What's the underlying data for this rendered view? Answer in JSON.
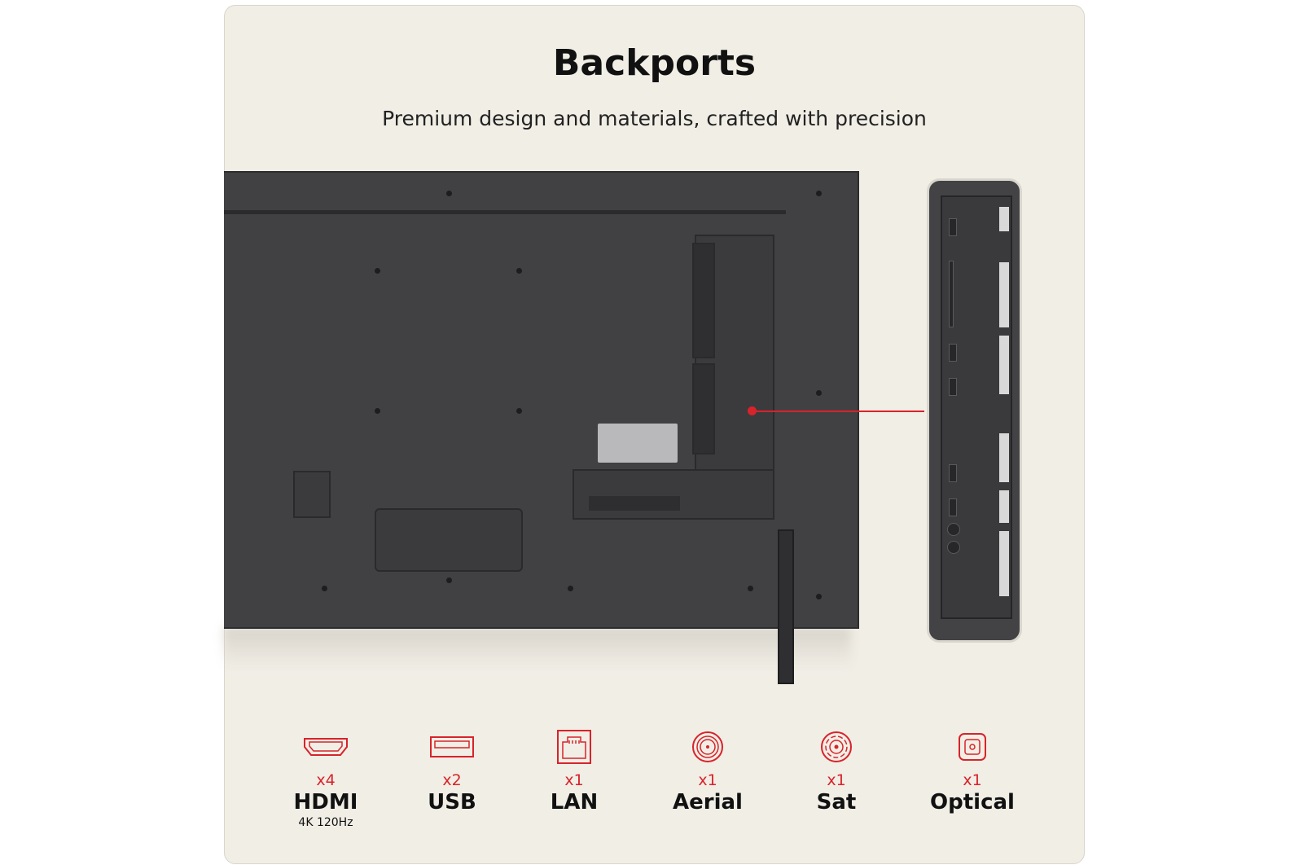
{
  "header": {
    "title": "Backports",
    "subtitle": "Premium design and materials, crafted with precision"
  },
  "colors": {
    "accent": "#d8232a",
    "background": "#f1eee6",
    "tv_body": "#414143"
  },
  "features": [
    {
      "icon": "hdmi-port-icon",
      "count": "x4",
      "name": "HDMI",
      "spec": "4K 120Hz"
    },
    {
      "icon": "usb-port-icon",
      "count": "x2",
      "name": "USB",
      "spec": ""
    },
    {
      "icon": "lan-port-icon",
      "count": "x1",
      "name": "LAN",
      "spec": ""
    },
    {
      "icon": "aerial-port-icon",
      "count": "x1",
      "name": "Aerial",
      "spec": ""
    },
    {
      "icon": "sat-port-icon",
      "count": "x1",
      "name": "Sat",
      "spec": ""
    },
    {
      "icon": "optical-port-icon",
      "count": "x1",
      "name": "Optical",
      "spec": ""
    }
  ]
}
